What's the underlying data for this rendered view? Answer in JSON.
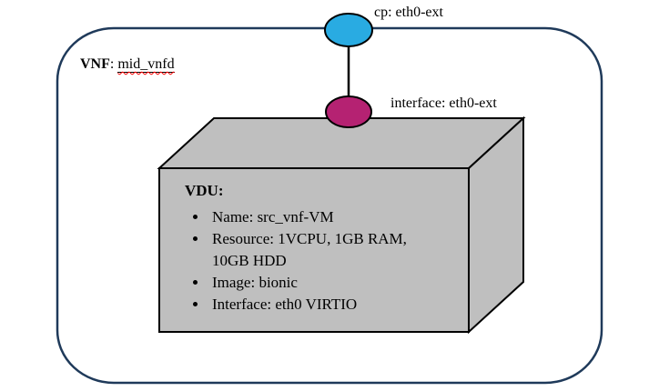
{
  "vnf": {
    "prefix": "VNF",
    "separator": ": ",
    "name": "mid_vnfd"
  },
  "cp": {
    "label": "cp: eth0-ext"
  },
  "interface": {
    "label": "interface: eth0-ext"
  },
  "vdu": {
    "title": "VDU:",
    "bullets": [
      "Name: src_vnf-VM",
      "Resource: 1VCPU, 1GB RAM, 10GB HDD",
      "Image: bionic",
      "Interface: eth0 VIRTIO"
    ]
  },
  "colors": {
    "outline": "#1f3a5a",
    "cp_fill": "#29abe2",
    "interface_fill": "#b52272",
    "box_fill": "#bfbfbf",
    "edge": "#000000"
  }
}
